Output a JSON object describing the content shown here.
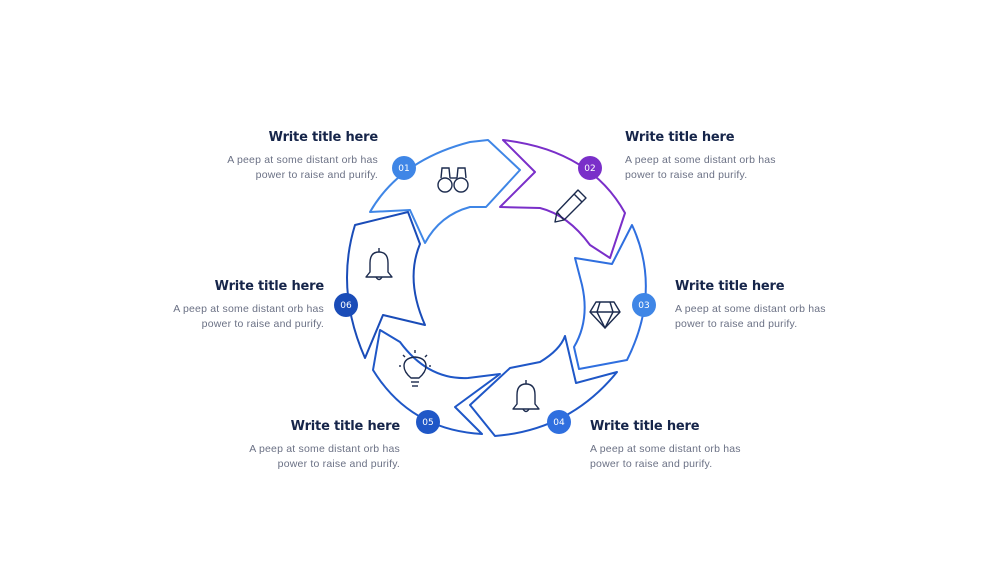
{
  "colors": {
    "blue_light": "#3f86e6",
    "blue_mid": "#2f6fdf",
    "blue_dark": "#1f57c7",
    "purple": "#7a2fc9",
    "title_text": "#16254a",
    "desc_text": "#6b7185"
  },
  "steps": [
    {
      "num": "01",
      "title": "Write title here",
      "desc_line1": "A peep at some distant orb has",
      "desc_line2": "power to raise and purify.",
      "icon": "binoculars-icon"
    },
    {
      "num": "02",
      "title": "Write title here",
      "desc_line1": "A peep at some distant orb has",
      "desc_line2": "power to raise and purify.",
      "icon": "pencil-icon"
    },
    {
      "num": "03",
      "title": "Write title here",
      "desc_line1": "A peep at some distant orb has",
      "desc_line2": "power to raise and purify.",
      "icon": "diamond-icon"
    },
    {
      "num": "04",
      "title": "Write title here",
      "desc_line1": "A peep at some distant orb has",
      "desc_line2": "power to raise and purify.",
      "icon": "bell-icon"
    },
    {
      "num": "05",
      "title": "Write title here",
      "desc_line1": "A peep at some distant orb has",
      "desc_line2": "power to raise and purify.",
      "icon": "lightbulb-icon"
    },
    {
      "num": "06",
      "title": "Write title here",
      "desc_line1": "A peep at some distant orb has",
      "desc_line2": "power to raise and purify.",
      "icon": "bell-icon"
    }
  ]
}
